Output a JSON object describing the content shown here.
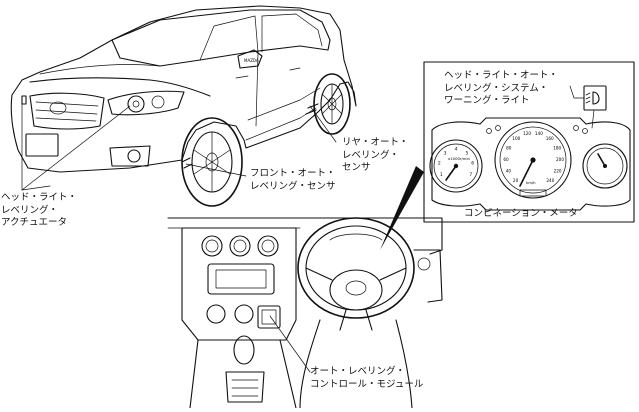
{
  "labels": {
    "headlight_actuator": [
      "ヘッド・ライト・",
      "レベリング・",
      "アクチュエータ"
    ],
    "front_sensor": [
      "フロント・オート・",
      "レベリング・センサ"
    ],
    "rear_sensor": [
      "リヤ・オート・",
      "レベリング・",
      "センサ"
    ],
    "warning_light": [
      "ヘッド・ライト・オート・",
      "レベリング・システム・",
      "ワーニング・ライト"
    ],
    "combination_meter": "コンビネーション・メータ",
    "control_module": [
      "オート・レベリング・",
      "コントロール・モジュール"
    ]
  },
  "meter": {
    "speedo_ticks": [
      "20",
      "40",
      "60",
      "80",
      "100",
      "120",
      "140",
      "160",
      "180",
      "200",
      "220",
      "240"
    ],
    "tacho_ticks": [
      "1",
      "2",
      "3",
      "4",
      "5",
      "6",
      "7"
    ],
    "tacho_unit": "x1000r/min",
    "speedo_unit": "km/h"
  }
}
